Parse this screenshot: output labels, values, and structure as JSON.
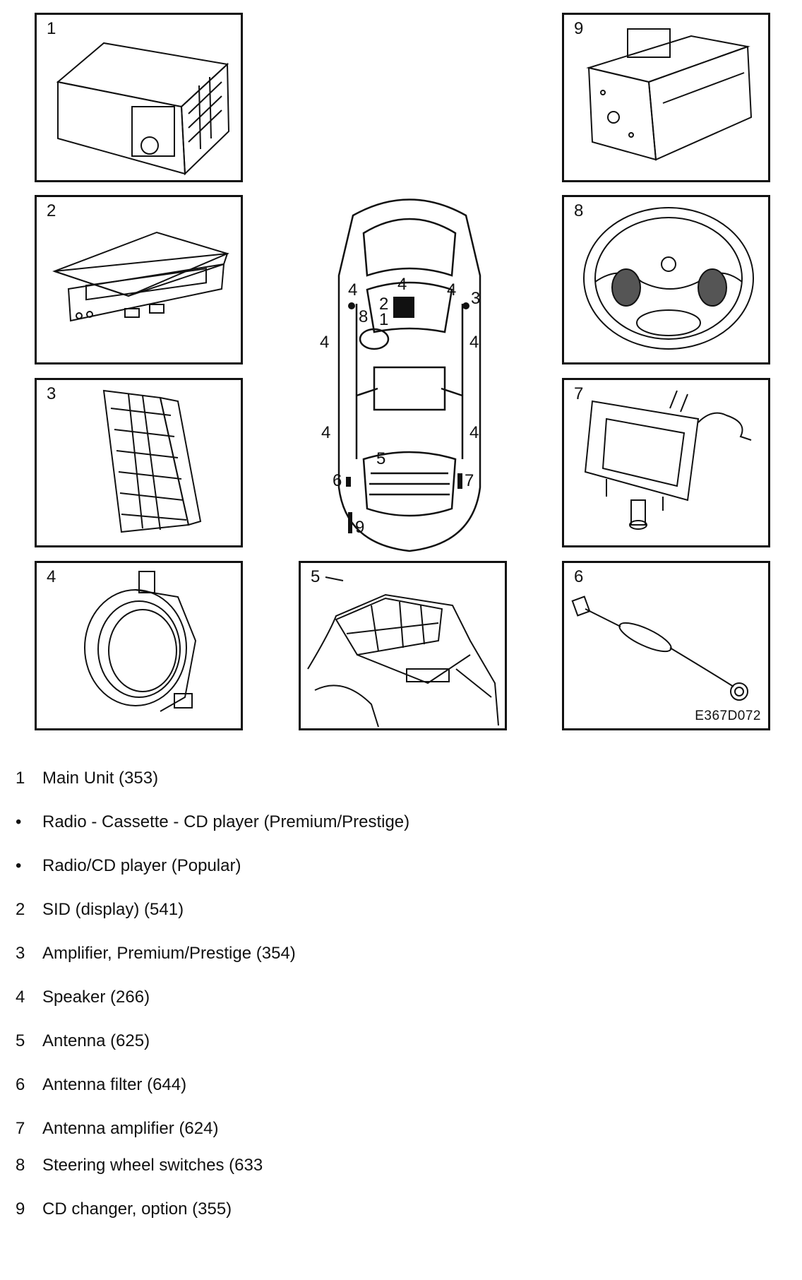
{
  "panels": [
    {
      "id": "p1",
      "num": "1",
      "icon": "main-unit-radio-icon"
    },
    {
      "id": "p2",
      "num": "2",
      "icon": "sid-display-icon"
    },
    {
      "id": "p3",
      "num": "3",
      "icon": "amplifier-icon"
    },
    {
      "id": "p4",
      "num": "4",
      "icon": "speaker-icon"
    },
    {
      "id": "p5",
      "num": "5",
      "icon": "rear-window-antenna-icon"
    },
    {
      "id": "p6",
      "num": "6",
      "icon": "antenna-filter-icon"
    },
    {
      "id": "p7",
      "num": "7",
      "icon": "antenna-amplifier-icon"
    },
    {
      "id": "p8",
      "num": "8",
      "icon": "steering-wheel-icon"
    },
    {
      "id": "p9",
      "num": "9",
      "icon": "cd-changer-icon"
    }
  ],
  "figure_code": "E367D072",
  "car_callouts": [
    "4",
    "4",
    "4",
    "3",
    "2",
    "8",
    "1",
    "4",
    "4",
    "4",
    "4",
    "5",
    "6",
    "7",
    "9"
  ],
  "legend": [
    {
      "mark": "1",
      "text": "Main Unit (353)"
    },
    {
      "mark": "•",
      "text": "Radio - Cassette - CD player (Premium/Prestige)"
    },
    {
      "mark": "•",
      "text": "Radio/CD player (Popular)"
    },
    {
      "mark": "2",
      "text": "SID (display) (541)"
    },
    {
      "mark": "3",
      "text": "Amplifier, Premium/Prestige (354)"
    },
    {
      "mark": "4",
      "text": "Speaker (266)"
    },
    {
      "mark": "5",
      "text": "Antenna (625)"
    },
    {
      "mark": "6",
      "text": "Antenna filter (644)"
    },
    {
      "mark": "7",
      "text": "Antenna amplifier (624)"
    },
    {
      "mark": "8",
      "text": "Steering wheel switches (633"
    },
    {
      "mark": "9",
      "text": "CD changer, option (355)"
    }
  ]
}
